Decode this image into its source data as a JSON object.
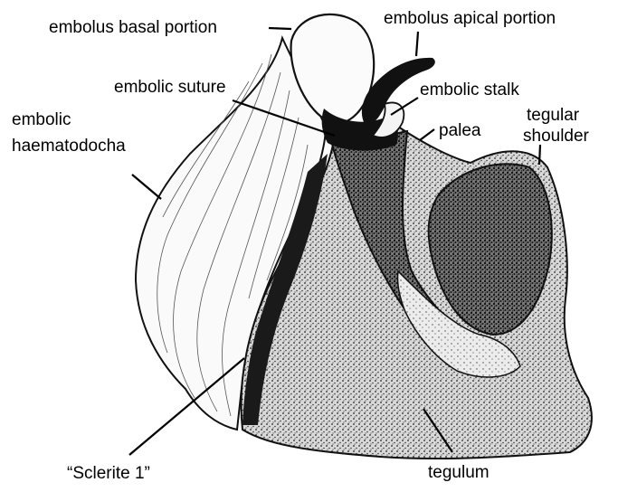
{
  "labels": {
    "embolus_basal_portion": "embolus basal portion",
    "embolus_apical_portion": "embolus apical portion",
    "embolic_suture": "embolic suture",
    "embolic_stalk": "embolic stalk",
    "palea": "palea",
    "tegular_shoulder_line1": "tegular",
    "tegular_shoulder_line2": "shoulder",
    "embolic_haematodocha_line1": "embolic",
    "embolic_haematodocha_line2": "haematodocha",
    "sclerite_1": "“Sclerite 1”",
    "tegulum": "tegulum"
  }
}
